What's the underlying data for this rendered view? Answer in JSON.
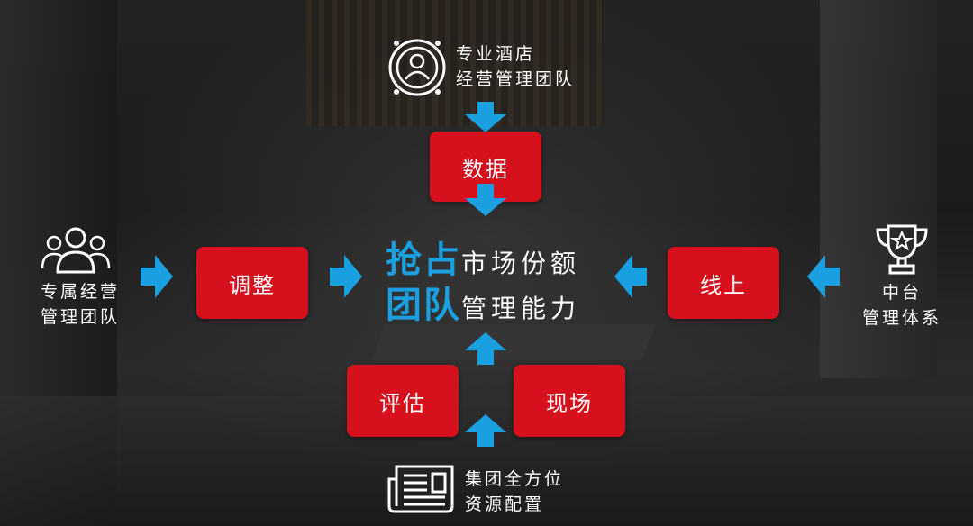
{
  "top": {
    "line1": "专业酒店",
    "line2": "经营管理团队",
    "icon": "team-badge-icon"
  },
  "left": {
    "line1": "专属经营",
    "line2": "管理团队",
    "icon": "people-group-icon"
  },
  "right": {
    "line1": "中台",
    "line2": "管理体系",
    "icon": "trophy-icon"
  },
  "bottom": {
    "line1": "集团全方位",
    "line2": "资源配置",
    "icon": "newspaper-icon"
  },
  "boxes": {
    "data": "数据",
    "adjust": "调整",
    "online": "线上",
    "evaluate": "评估",
    "onsite": "现场"
  },
  "center": {
    "line1_highlight": "抢占",
    "line1_rest": "市场份额",
    "line2_highlight": "团队",
    "line2_rest": "管理能力"
  },
  "colors": {
    "red_box": "#d7101d",
    "arrow_blue": "#1a9fe0",
    "highlight_blue": "#1a9fe0"
  }
}
